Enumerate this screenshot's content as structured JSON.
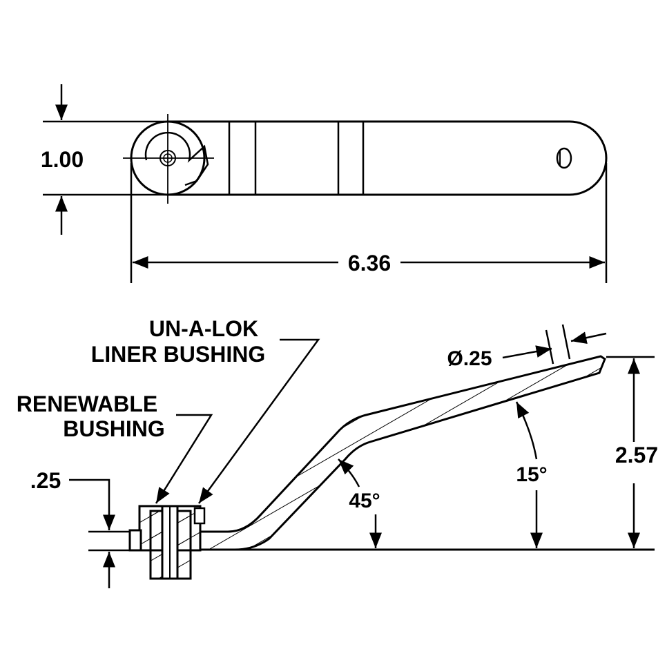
{
  "dimensions": {
    "width_dim": "1.00",
    "length_dim": "6.36",
    "hole_dia": "Ø.25",
    "height_dim": "2.57",
    "bushing_offset": ".25",
    "bend_angle": "45°",
    "handle_angle": "15°"
  },
  "callouts": {
    "liner_bushing_line1": "UN-A-LOK",
    "liner_bushing_line2": "LINER BUSHING",
    "renewable_bushing_line1": "RENEWABLE",
    "renewable_bushing_line2": "BUSHING"
  }
}
